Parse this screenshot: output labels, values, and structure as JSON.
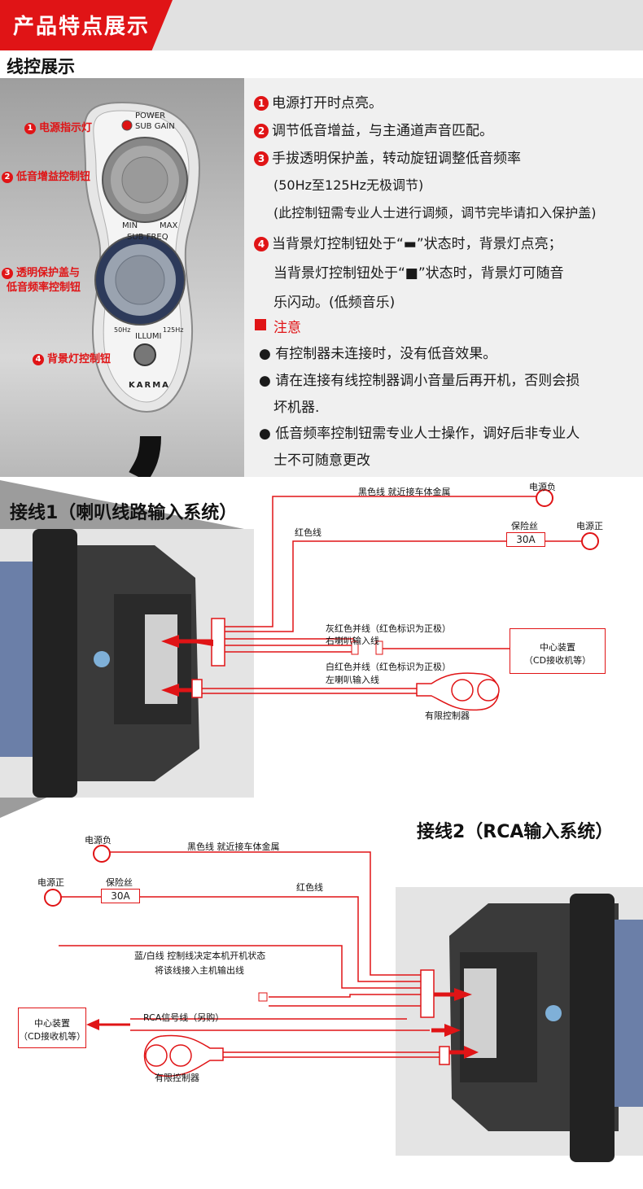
{
  "header": {
    "title": "产品特点展示"
  },
  "wire_control": {
    "title": "线控展示",
    "callouts": [
      "电源指示灯",
      "低音增益控制钮",
      "透明保护盖与",
      "低音频率控制钮",
      "背景灯控制钮"
    ],
    "callout_nums": [
      "1",
      "2",
      "3",
      "4"
    ],
    "device": {
      "power": "POWER",
      "sub_gain": "SUB GAIN",
      "min": "MIN",
      "max": "MAX",
      "sub_freq": "SUB FREQ",
      "illumi": "ILLUMI",
      "f50": "50Hz",
      "f125": "125Hz",
      "brand": "KARMA"
    },
    "features": [
      {
        "num": "1",
        "text": "电源打开时点亮。"
      },
      {
        "num": "2",
        "text": "调节低音增益，与主通道声音匹配。"
      },
      {
        "num": "3",
        "text": "手拔透明保护盖，转动旋钮调整低音频率"
      },
      {
        "num": "",
        "text": "(50Hz至125Hz无极调节)"
      },
      {
        "num": "",
        "text": "(此控制钮需专业人士进行调频，调节完毕请扣入保护盖)"
      },
      {
        "num": "4",
        "text": "当背景灯控制钮处于“▬”状态时，背景灯点亮；"
      },
      {
        "num": "",
        "text": "当背景灯控制钮处于“■”状态时，背景灯可随音"
      },
      {
        "num": "",
        "text": "乐闪动。(低频音乐)"
      }
    ],
    "note_title": "注意",
    "notes": [
      "有控制器未连接时，没有低音效果。",
      "请在连接有线控制器调小音量后再开机，否则会损",
      "坏机器.",
      "低音频率控制钮需专业人士操作，调好后非专业人",
      "士不可随意更改"
    ]
  },
  "wiring1": {
    "title": "接线1（喇叭线路输入系统）",
    "black_wire": "黑色线  就近接车体金属",
    "power_neg": "电源负",
    "red_wire": "红色线",
    "fuse_label": "保险丝",
    "fuse_value": "30A",
    "power_pos": "电源正",
    "gray_red": "灰红色并线（红色标识为正极）",
    "right_spk": "右喇叭输入线",
    "white_red": "白红色并线（红色标识为正极）",
    "left_spk": "左喇叭输入线",
    "center_1": "中心装置",
    "center_2": "（CD接收机等）",
    "controller": "有限控制器"
  },
  "wiring2": {
    "title": "接线2（RCA输入系统）",
    "power_neg": "电源负",
    "black_wire": "黑色线  就近接车体金属",
    "power_pos": "电源正",
    "fuse_label": "保险丝",
    "fuse_value": "30A",
    "red_wire": "红色线",
    "blue_white_1": "蓝/白线   控制线决定本机开机状态",
    "blue_white_2": "将该线接入主机输出线",
    "rca": "RCA信号线（另购）",
    "center_1": "中心装置",
    "center_2": "（CD接收机等）",
    "controller": "有限控制器"
  },
  "colors": {
    "accent": "#e01416",
    "header_bg": "#e1e1e1"
  }
}
